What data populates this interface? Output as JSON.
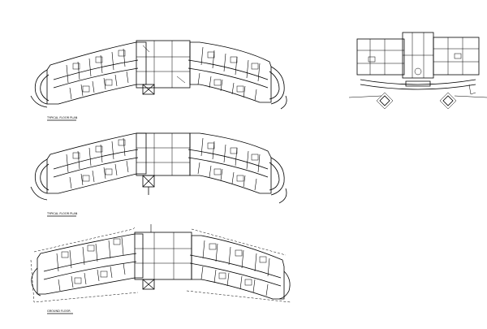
{
  "sheet": {
    "background": "#ffffff",
    "line_color": "#000000"
  },
  "plans": [
    {
      "id": "plan-1",
      "caption": "TYPICAL FLOOR PLAN"
    },
    {
      "id": "plan-2",
      "caption": "TYPICAL FLOOR PLAN"
    },
    {
      "id": "plan-3",
      "caption": "GROUND FLOOR"
    },
    {
      "id": "plan-4",
      "caption": ""
    }
  ]
}
